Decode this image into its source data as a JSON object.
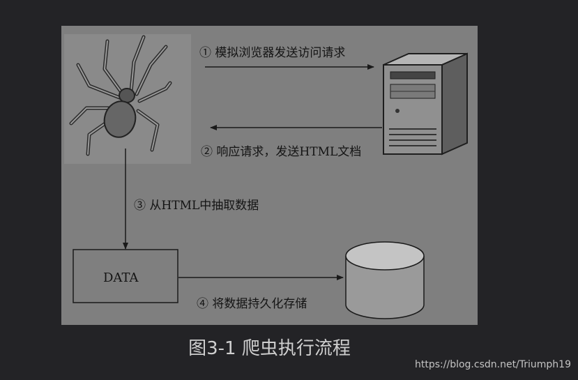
{
  "diagram": {
    "steps": [
      {
        "marker": "①",
        "text": "模拟浏览器发送访问请求"
      },
      {
        "marker": "②",
        "text": "响应请求，发送HTML文档"
      },
      {
        "marker": "③",
        "text": "从HTML中抽取数据"
      },
      {
        "marker": "④",
        "text": "将数据持久化存储"
      }
    ],
    "data_box_label": "DATA",
    "colors": {
      "panel": "#7f7f7f",
      "line": "#1a1a1a",
      "server_body": "#909090",
      "database_body": "#9a9a9a"
    }
  },
  "caption": "图3-1 爬虫执行流程",
  "watermark": "https://blog.csdn.net/Triumph19"
}
